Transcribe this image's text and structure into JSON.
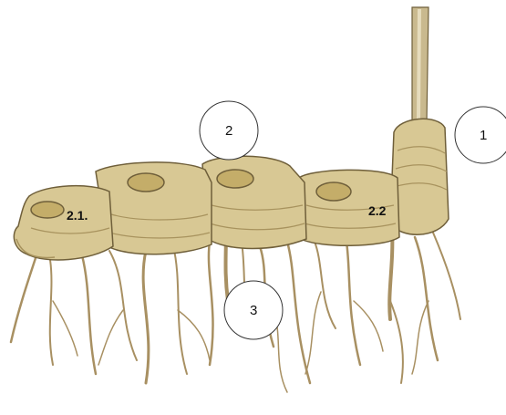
{
  "diagram": {
    "subject-icon": "rhizome-with-roots-illustration",
    "colors": {
      "rhizome": "#d8c894",
      "rhizome_shadow": "#a8935e",
      "bud_scar": "#c4ad69",
      "root": "#a89062",
      "outline": "#6f5f3a",
      "stem": "#c9b98e"
    },
    "labels": {
      "circle_1": "1",
      "circle_2": "2",
      "circle_3": "3",
      "segment_2_1": "2.1.",
      "segment_2_2": "2.2"
    }
  }
}
